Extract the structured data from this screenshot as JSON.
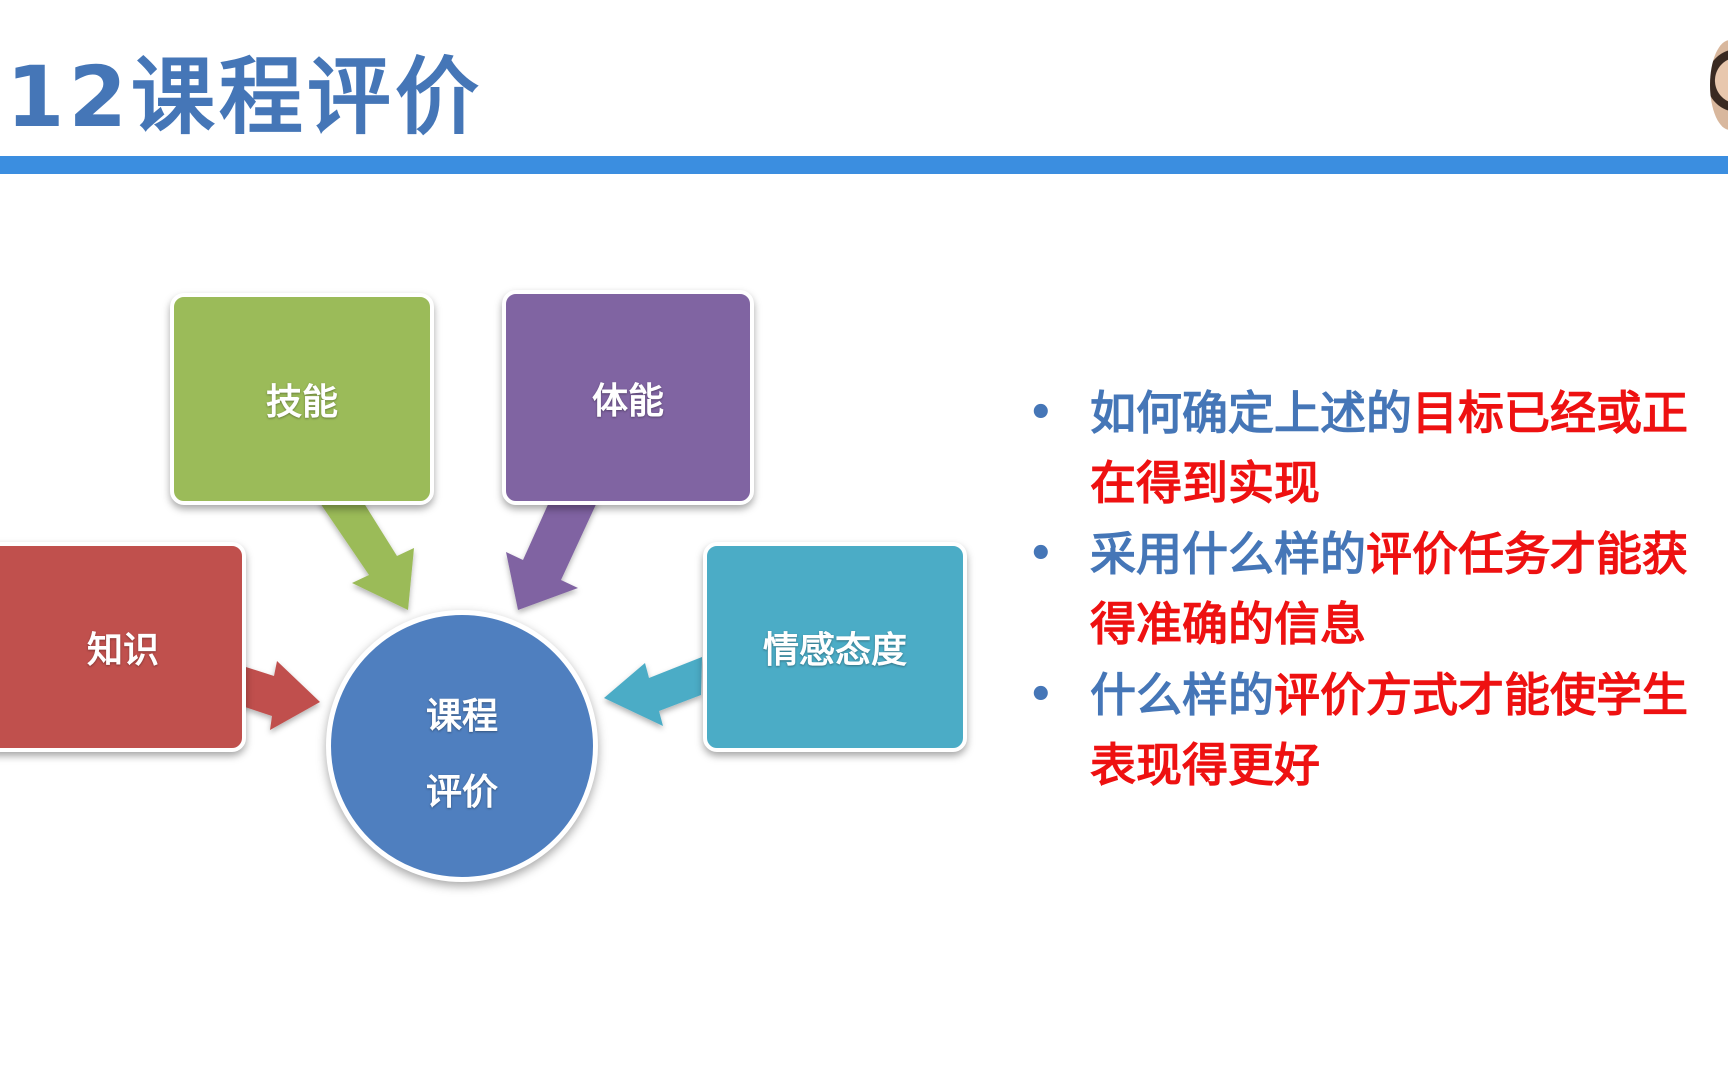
{
  "page": {
    "title": "12课程评价"
  },
  "colors": {
    "title": "#4576b7",
    "rule": "#3b8ee0",
    "skills": "#9bbb59",
    "physical": "#8064a2",
    "knowledge": "#c0504d",
    "affective": "#4bacc6",
    "hub": "#4f7fbf",
    "highlight": "#ee1111"
  },
  "diagram": {
    "center": {
      "line1": "课程",
      "line2": "评价"
    },
    "nodes": {
      "skills": "技能",
      "physical": "体能",
      "knowledge": "知识",
      "affective": "情感态度"
    }
  },
  "bullets": [
    {
      "marker": "•",
      "normal": "如何确定上述的",
      "emphasis": "目标已经或正在得到实现"
    },
    {
      "marker": "•",
      "normal": "采用什么样的",
      "emphasis": "评价任务才能获得准确的信息"
    },
    {
      "marker": "•",
      "normal": "什么样的",
      "emphasis": "评价方式才能使学生表现得更好"
    }
  ]
}
